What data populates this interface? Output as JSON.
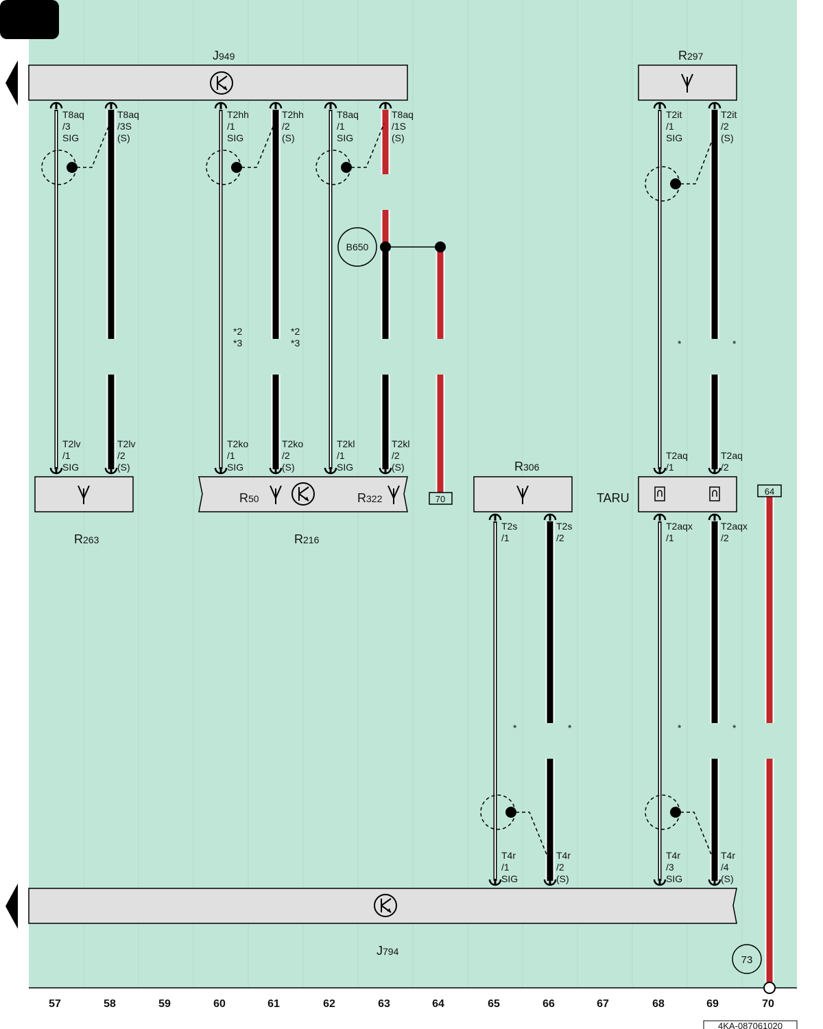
{
  "colors": {
    "background": "#c0e6d8",
    "module_fill": "#e0e0e0",
    "wire_black": "#000000",
    "wire_red": "#c0282c",
    "wire_white": "#ffffff"
  },
  "modules": {
    "j949": {
      "letter": "J",
      "sub": "949"
    },
    "r297": {
      "letter": "R",
      "sub": "297"
    },
    "r306": {
      "letter": "R",
      "sub": "306"
    },
    "r263": {
      "letter": "R",
      "sub": "263"
    },
    "r216": {
      "letter": "R",
      "sub": "216"
    },
    "r50": {
      "letter": "R",
      "sub": "50"
    },
    "r322": {
      "letter": "R",
      "sub": "322"
    },
    "j794": {
      "letter": "J",
      "sub": "794"
    },
    "taru": {
      "label": "TARU"
    }
  },
  "pins": {
    "c57_top": [
      "T8aq",
      "/3",
      "SIG"
    ],
    "c58_top": [
      "T8aq",
      "/3S",
      "(S)"
    ],
    "c60_top": [
      "T2hh",
      "/1",
      "SIG"
    ],
    "c61_top": [
      "T2hh",
      "/2",
      "(S)"
    ],
    "c62_top": [
      "T8aq",
      "/1",
      "SIG"
    ],
    "c63_top": [
      "T8aq",
      "/1S",
      "(S)"
    ],
    "c68_top": [
      "T2it",
      "/1",
      "SIG"
    ],
    "c69_top": [
      "T2it",
      "/2",
      "(S)"
    ],
    "c57_bot": [
      "T2lv",
      "/1",
      "SIG"
    ],
    "c58_bot": [
      "T2lv",
      "/2",
      "(S)"
    ],
    "c60_bot": [
      "T2ko",
      "/1",
      "SIG"
    ],
    "c61_bot": [
      "T2ko",
      "/2",
      "(S)"
    ],
    "c62_bot": [
      "T2kl",
      "/1",
      "SIG"
    ],
    "c63_bot": [
      "T2kl",
      "/2",
      "(S)"
    ],
    "c68_taru_top": [
      "T2aq",
      "/1"
    ],
    "c69_taru_top": [
      "T2aq",
      "/2"
    ],
    "c65_r306": [
      "T2s",
      "/1"
    ],
    "c66_r306": [
      "T2s",
      "/2"
    ],
    "c68_taru_bot": [
      "T2aqx",
      "/1"
    ],
    "c69_taru_bot": [
      "T2aqx",
      "/2"
    ],
    "c65_j794": [
      "T4r",
      "/1",
      "SIG"
    ],
    "c66_j794": [
      "T4r",
      "/2",
      "(S)"
    ],
    "c68_j794": [
      "T4r",
      "/3",
      "SIG"
    ],
    "c69_j794": [
      "T4r",
      "/4",
      "(S)"
    ]
  },
  "notes": {
    "n60": [
      "*2",
      "*3"
    ],
    "n61": [
      "*2",
      "*3"
    ],
    "star": "*"
  },
  "refs": {
    "b650": "B650",
    "ref70": "70",
    "ref64": "64",
    "ref73": "73"
  },
  "columns": [
    "57",
    "58",
    "59",
    "60",
    "61",
    "62",
    "63",
    "64",
    "65",
    "66",
    "67",
    "68",
    "69",
    "70"
  ],
  "doc_id": "4KA-087061020"
}
